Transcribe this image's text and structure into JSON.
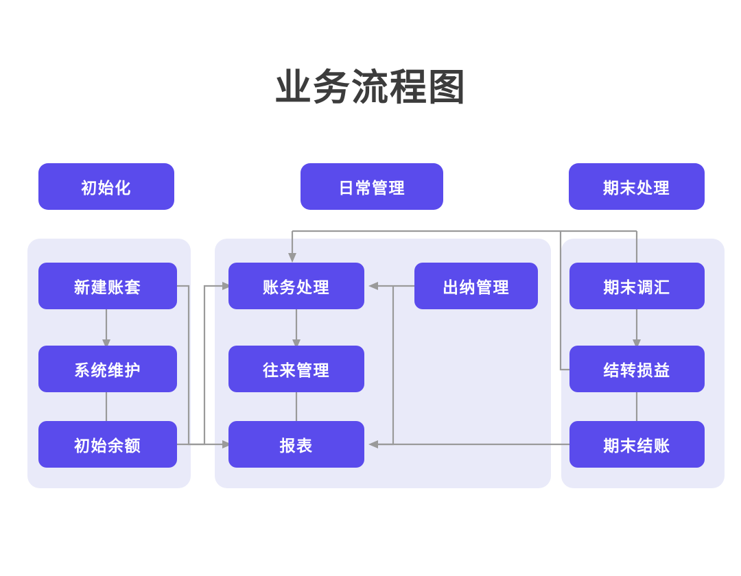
{
  "page": {
    "title": "业务流程图",
    "background_color": "#ffffff",
    "title_color": "#3c3c3c",
    "node_color": "#5a4bec",
    "panel_color": "#e9eaf9",
    "connector_color": "#9a9a9a"
  },
  "columns": [
    {
      "id": "initialization",
      "header": "初始化",
      "nodes": [
        "新建账套",
        "系统维护",
        "初始余额"
      ]
    },
    {
      "id": "daily-management",
      "header": "日常管理",
      "nodes": [
        "账务处理",
        "往来管理",
        "报表",
        "出纳管理"
      ]
    },
    {
      "id": "period-end",
      "header": "期末处理",
      "nodes": [
        "期末调汇",
        "结转损益",
        "期末结账"
      ]
    }
  ],
  "nodes": {
    "new_account_set": "新建账套",
    "system_maintenance": "系统维护",
    "initial_balance": "初始余额",
    "accounting_processing": "账务处理",
    "transaction_management": "往来管理",
    "reports": "报表",
    "cashier_management": "出纳管理",
    "period_end_fx": "期末调汇",
    "carry_forward_pl": "结转损益",
    "period_end_closing": "期末结账"
  },
  "headers": {
    "initialization": "初始化",
    "daily_management": "日常管理",
    "period_end": "期末处理"
  },
  "connections": [
    {
      "from": "新建账套",
      "to": "系统维护"
    },
    {
      "from": "系统维护",
      "to": "初始余额"
    },
    {
      "from": "新建账套",
      "to": "报表"
    },
    {
      "from": "初始余额",
      "to": "账务处理"
    },
    {
      "from": "账务处理",
      "to": "往来管理"
    },
    {
      "from": "往来管理",
      "to": "报表"
    },
    {
      "from": "出纳管理",
      "to": "账务处理"
    },
    {
      "from": "出纳管理",
      "to": "报表"
    },
    {
      "from": "日常管理",
      "to": "账务处理"
    },
    {
      "from": "期末处理",
      "to": "期末调汇"
    },
    {
      "from": "期末调汇",
      "to": "结转损益"
    },
    {
      "from": "结转损益",
      "to": "期末结账"
    },
    {
      "from": "期末结账",
      "to": "报表"
    },
    {
      "from": "结转损益",
      "to": "账务处理"
    }
  ]
}
